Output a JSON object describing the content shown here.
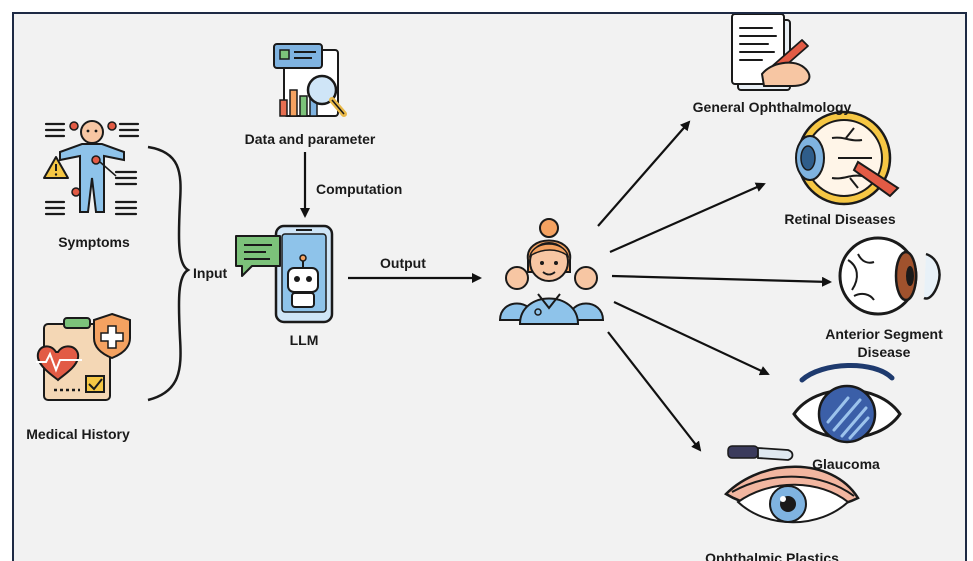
{
  "labels": {
    "data": "Data and parameter",
    "computation": "Computation",
    "symptoms": "Symptoms",
    "medical_history": "Medical History",
    "input": "Input",
    "llm": "LLM",
    "output": "Output"
  },
  "outcomes": [
    {
      "label": "General Ophthalmology"
    },
    {
      "label": "Retinal Diseases"
    },
    {
      "label": "Anterior Segment Disease"
    },
    {
      "label": "Glaucoma"
    },
    {
      "label": "Ophthalmic Plastics"
    }
  ],
  "colors": {
    "frame": "#1e2a44",
    "background": "#f2f2f2",
    "accent_orange": "#f4a261",
    "accent_blue": "#7fb3e0",
    "accent_green": "#7cc27a",
    "outline": "#1a1a1a"
  }
}
